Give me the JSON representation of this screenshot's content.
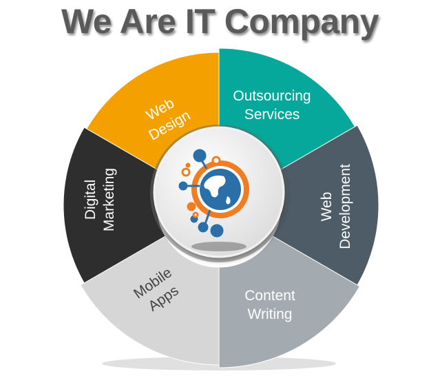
{
  "title": "We Are IT Company",
  "segments": [
    {
      "label_lines": [
        "Web",
        "Design"
      ],
      "color": "#f4a100"
    },
    {
      "label_lines": [
        "Outsourcing",
        "Services"
      ],
      "color": "#06a89b"
    },
    {
      "label_lines": [
        "Web",
        "Development"
      ],
      "color": "#4d5c66"
    },
    {
      "label_lines": [
        "Content",
        "Writing"
      ],
      "color": "#a3abb1"
    },
    {
      "label_lines": [
        "Mobile",
        "Apps"
      ],
      "color": "#d6d6d6"
    },
    {
      "label_lines": [
        "Digital",
        "Marketing"
      ],
      "color": "#2e2e2e"
    }
  ],
  "center_icon": "globe-gear-network-icon",
  "colors": {
    "orange": "#f07d22",
    "blue": "#2a6fa8"
  }
}
